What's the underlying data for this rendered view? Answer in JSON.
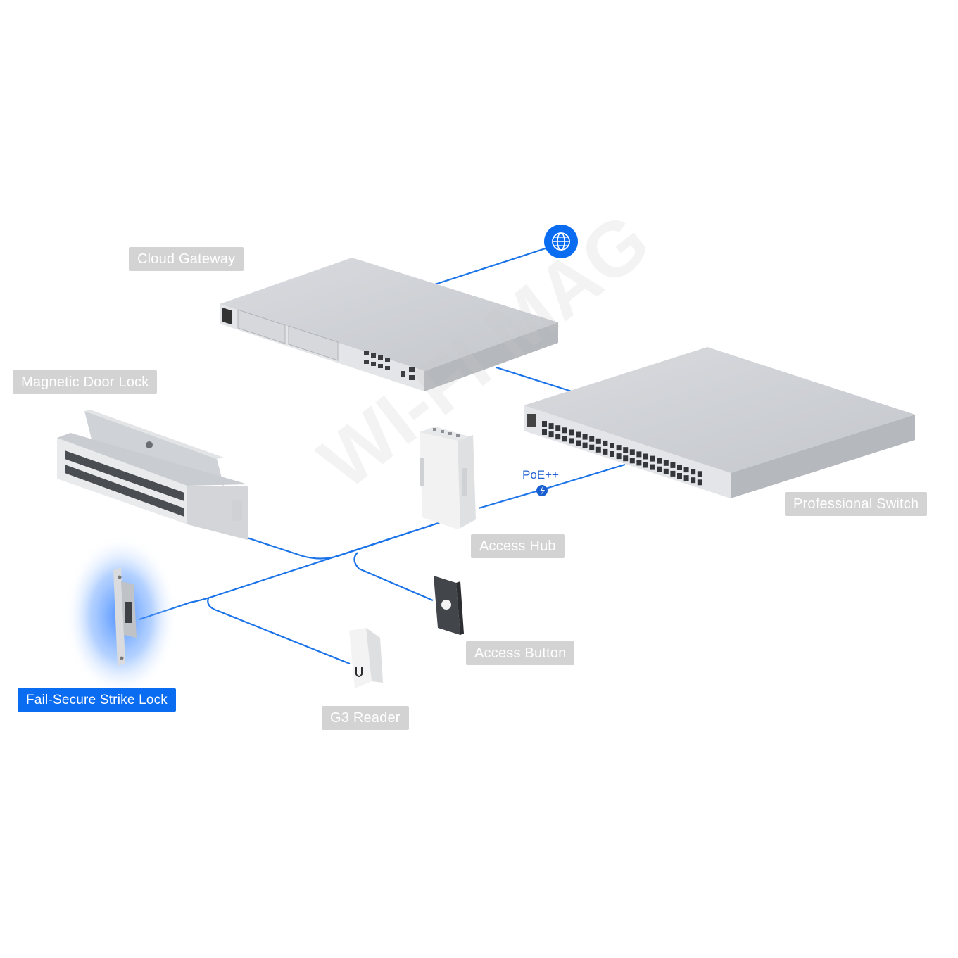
{
  "labels": {
    "cloud_gateway": "Cloud Gateway",
    "magnetic_door_lock": "Magnetic Door Lock",
    "professional_switch": "Professional Switch",
    "access_hub": "Access Hub",
    "access_button": "Access Button",
    "g3_reader": "G3 Reader",
    "fail_secure_strike_lock": "Fail-Secure Strike Lock",
    "poe": "PoE++"
  },
  "watermark": "WI-FI MAG",
  "icons": {
    "internet": "globe-icon",
    "power": "lightning-icon"
  },
  "colors": {
    "link": "#1a73e8",
    "accent": "#0a6cf0",
    "tag_bg": "#d3d3d3",
    "tag_text": "#ffffff",
    "device": "#c9ccd1"
  }
}
